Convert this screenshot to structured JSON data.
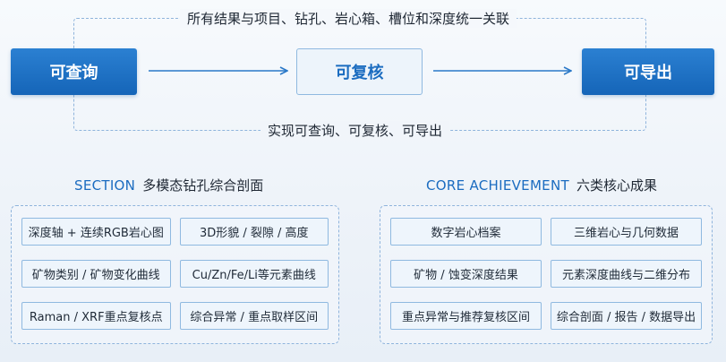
{
  "loop": {
    "top_label": "所有结果与项目、钻孔、岩心箱、槽位和深度统一关联",
    "bottom_label": "实现可查询、可复核、可导出"
  },
  "flow": {
    "query": "可查询",
    "review": "可复核",
    "export": "可导出"
  },
  "section_left": {
    "title_en": "SECTION",
    "title_cn": "多模态钻孔综合剖面",
    "items": [
      "深度轴 + 连续RGB岩心图",
      "3D形貌 / 裂隙 / 高度",
      "矿物类别 / 矿物变化曲线",
      "Cu/Zn/Fe/Li等元素曲线",
      "Raman / XRF重点复核点",
      "综合异常 / 重点取样区间"
    ]
  },
  "section_right": {
    "title_en": "CORE ACHIEVEMENT",
    "title_cn": "六类核心成果",
    "items": [
      "数字岩心档案",
      "三维岩心与几何数据",
      "矿物 / 蚀变深度结果",
      "元素深度曲线与二维分布",
      "重点异常与推荐复核区间",
      "综合剖面 / 报告 / 数据导出"
    ]
  },
  "colors": {
    "primary": "#1b6cc0",
    "node_fill": "#1e72c6",
    "dashed_border": "#8fb4dc",
    "chip_bg": "#eef5fc"
  }
}
